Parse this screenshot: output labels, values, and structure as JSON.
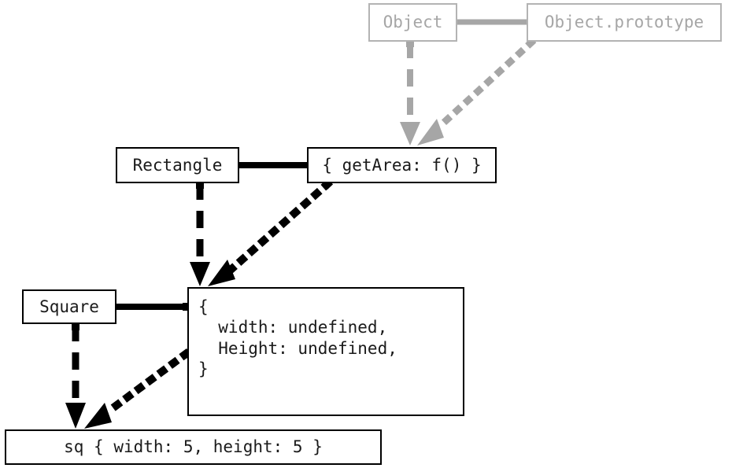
{
  "diagram": {
    "title": "JavaScript prototype chain diagram",
    "colors": {
      "black": "#000000",
      "gray": "#a6a6a6",
      "background": "#ffffff"
    },
    "nodes": [
      {
        "id": "object",
        "label": "Object",
        "style": "gray",
        "kind": "constructor"
      },
      {
        "id": "object-prototype",
        "label": "Object.prototype",
        "style": "gray",
        "kind": "prototype-object"
      },
      {
        "id": "rectangle",
        "label": "Rectangle",
        "style": "black",
        "kind": "constructor"
      },
      {
        "id": "rectangle-prototype",
        "label": "{ getArea: f() }",
        "style": "black",
        "kind": "prototype-object"
      },
      {
        "id": "square",
        "label": "Square",
        "style": "black",
        "kind": "constructor"
      },
      {
        "id": "square-prototype",
        "label": "{\n  width: undefined,\n  Height: undefined,\n}",
        "style": "black",
        "kind": "prototype-object"
      },
      {
        "id": "sq-instance",
        "label": "sq { width: 5, height: 5 }",
        "style": "black",
        "kind": "instance"
      }
    ],
    "edges": [
      {
        "id": "object-to-object-prototype",
        "from": "object",
        "to": "object-prototype",
        "style": "solid",
        "color": "#a6a6a6",
        "arrow": "none"
      },
      {
        "id": "object-to-rectangle-prototype",
        "from": "object",
        "to": "rectangle-prototype",
        "style": "dashed",
        "color": "#a6a6a6",
        "arrow": "down"
      },
      {
        "id": "object-prototype-to-rectangle-prototype",
        "from": "object-prototype",
        "to": "rectangle-prototype",
        "style": "dotted",
        "color": "#a6a6a6",
        "arrow": "down-left"
      },
      {
        "id": "rectangle-to-rectangle-prototype",
        "from": "rectangle",
        "to": "rectangle-prototype",
        "style": "solid",
        "color": "#000000",
        "arrow": "none"
      },
      {
        "id": "rectangle-to-square-prototype",
        "from": "rectangle",
        "to": "square-prototype",
        "style": "dashed",
        "color": "#000000",
        "arrow": "down"
      },
      {
        "id": "rectangle-prototype-to-square-prototype",
        "from": "rectangle-prototype",
        "to": "square-prototype",
        "style": "dotted",
        "color": "#000000",
        "arrow": "down-left"
      },
      {
        "id": "square-to-square-prototype",
        "from": "square",
        "to": "square-prototype",
        "style": "solid",
        "color": "#000000",
        "arrow": "none"
      },
      {
        "id": "square-to-sq-instance",
        "from": "square",
        "to": "sq-instance",
        "style": "dashed",
        "color": "#000000",
        "arrow": "down"
      },
      {
        "id": "square-prototype-to-sq-instance",
        "from": "square-prototype",
        "to": "sq-instance",
        "style": "dotted",
        "color": "#000000",
        "arrow": "down-left"
      }
    ]
  }
}
